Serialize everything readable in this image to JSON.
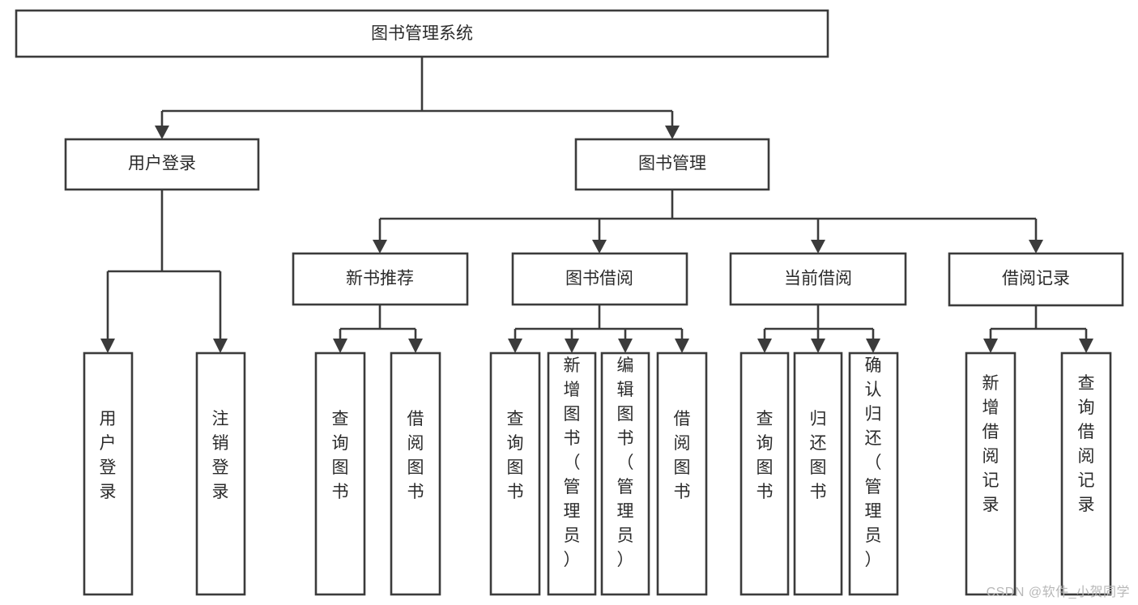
{
  "diagram": {
    "title": "图书管理系统",
    "type": "tree-hierarchy-diagram",
    "colors": {
      "box_stroke": "#3b3b3b",
      "box_fill": "#ffffff",
      "connector": "#3b3b3b",
      "text": "#2b2b2b",
      "background": "#ffffff",
      "watermark": "#b8b8b8"
    },
    "root": {
      "label": "图书管理系统"
    },
    "level2": [
      {
        "label": "用户登录"
      },
      {
        "label": "图书管理"
      }
    ],
    "level3": [
      {
        "label": "新书推荐"
      },
      {
        "label": "图书借阅"
      },
      {
        "label": "当前借阅"
      },
      {
        "label": "借阅记录"
      }
    ],
    "leaves": {
      "user_login": [
        {
          "label": "用户登录"
        },
        {
          "label": "注销登录"
        }
      ],
      "new_book_recommend": [
        {
          "label": "查询图书"
        },
        {
          "label": "借阅图书"
        }
      ],
      "book_borrow": [
        {
          "label": "查询图书"
        },
        {
          "label": "新增图书（管理员）"
        },
        {
          "label": "编辑图书（管理员）"
        },
        {
          "label": "借阅图书"
        }
      ],
      "current_borrow": [
        {
          "label": "查询图书"
        },
        {
          "label": "归还图书"
        },
        {
          "label": "确认归还（管理员）"
        }
      ],
      "borrow_record": [
        {
          "label": "新增借阅记录"
        },
        {
          "label": "查询借阅记录"
        }
      ]
    }
  },
  "watermark": {
    "text": "CSDN @软件_小贺同学"
  }
}
